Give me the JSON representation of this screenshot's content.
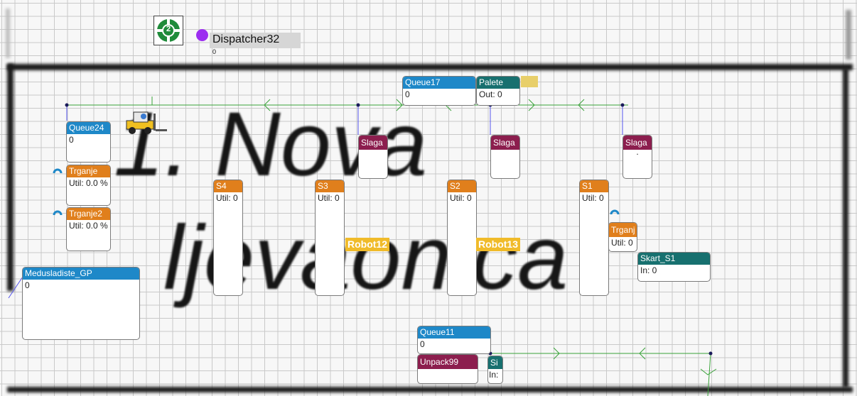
{
  "canvas": {
    "title_line1": "1. Nova",
    "title_line2": "ljevaonica"
  },
  "dispatcher": {
    "badge": "2",
    "label": "Dispatcher32",
    "count": "0"
  },
  "nodes": {
    "queue17": {
      "title": "Queue17",
      "value": "0"
    },
    "palete": {
      "title": "Palete",
      "value": "Out: 0"
    },
    "queue24": {
      "title": "Queue24",
      "value": "0"
    },
    "trganje": {
      "title": "Trganje",
      "value": "Util: 0.0 %"
    },
    "trganje2": {
      "title": "Trganje2",
      "value": "Util: 0.0 %"
    },
    "s4": {
      "title": "S4",
      "value": "Util: 0"
    },
    "s3": {
      "title": "S3",
      "value": "Util: 0"
    },
    "s2": {
      "title": "S2",
      "value": "Util: 0"
    },
    "s1": {
      "title": "S1",
      "value": "Util: 0"
    },
    "slaga1": {
      "title": "Slaga"
    },
    "slaga2": {
      "title": "Slaga"
    },
    "slaga3": {
      "title": "Slaga",
      "value": "."
    },
    "trganj_s1": {
      "title": "Trganj",
      "value": "Util: 0"
    },
    "skart_s1": {
      "title": "Skart_S1",
      "value": "In: 0"
    },
    "medusladiste": {
      "title": "Medusladiste_GP",
      "value": "0"
    },
    "queue11": {
      "title": "Queue11",
      "value": "0"
    },
    "unpack99": {
      "title": "Unpack99"
    },
    "sink": {
      "title": "Si",
      "value": "In:"
    }
  },
  "robots": {
    "robot12": "Robot12",
    "robot13": "Robot13"
  },
  "colors": {
    "queue": "#1e88c8",
    "processor": "#e07f1c",
    "combiner": "#8c1e4e",
    "sink": "#17706f",
    "robot": "#f0bb2a",
    "network": "#3aa33a"
  }
}
